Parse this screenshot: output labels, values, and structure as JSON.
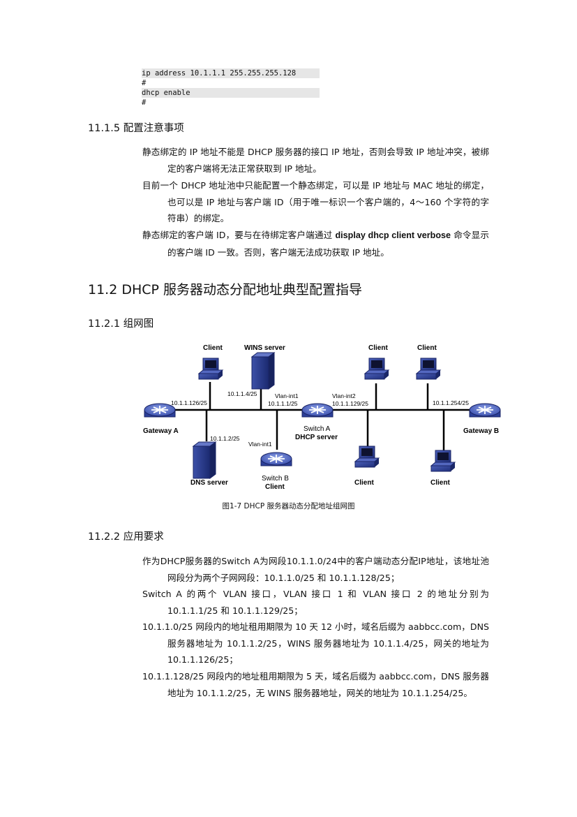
{
  "code_lines": [
    "ip address 10.1.1.1 255.255.255.128",
    "#",
    "dhcp enable",
    "#"
  ],
  "section_1115": {
    "heading": "11.1.5 配置注意事项",
    "paragraphs": [
      "静态绑定的 IP 地址不能是 DHCP 服务器的接口 IP 地址，否则会导致 IP 地址冲突，被绑定的客户端将无法正常获取到 IP 地址。",
      "目前一个 DHCP 地址池中只能配置一个静态绑定，可以是 IP 地址与 MAC 地址的绑定，也可以是 IP 地址与客户端 ID（用于唯一标识一个客户端的，4～160 个字符的字符串）的绑定。"
    ],
    "p3_before": "静态绑定的客户端 ID，要与在待绑定客户端通过 ",
    "p3_bold": "display dhcp client verbose",
    "p3_after": " 命令显示的客户端 ID 一致。否则，客户端无法成功获取 IP 地址。"
  },
  "section_112": {
    "heading": "11.2 DHCP 服务器动态分配地址典型配置指导"
  },
  "section_1121": {
    "heading": "11.2.1 组网图"
  },
  "diagram": {
    "labels": {
      "client_1": "Client",
      "wins_server": "WINS server",
      "client_2": "Client",
      "client_3": "Client",
      "ip_wins": "10.1.1.4/25",
      "vlan_int1_a": "Vlan-int1",
      "ip_vlan1": "10.1.1.1/25",
      "vlan_int2": "Vlan-int2",
      "ip_vlan2": "10.1.1.129/25",
      "ip_gwa": "10.1.1.126/25",
      "ip_gwb": "10.1.1.254/25",
      "gateway_a": "Gateway A",
      "gateway_b": "Gateway B",
      "switch_a": "Switch A",
      "dhcp_server": "DHCP server",
      "ip_dns": "10.1.1.2/25",
      "vlan_int1_b": "Vlan-int1",
      "dns_server": "DNS server",
      "switch_b": "Switch B",
      "client_switch_b": "Client",
      "client_4": "Client",
      "client_5": "Client"
    },
    "caption": "图1-7 DHCP 服务器动态分配地址组网图"
  },
  "section_1122": {
    "heading": "11.2.2 应用要求",
    "paragraphs": [
      "作为DHCP服务器的Switch A为网段10.1.1.0/24中的客户端动态分配IP地址，该地址池网段分为两个子网网段：10.1.1.0/25 和 10.1.1.128/25；",
      "Switch A 的两个 VLAN 接口，VLAN 接口 1 和 VLAN 接口 2 的地址分别为 10.1.1.1/25 和 10.1.1.129/25；",
      "10.1.1.0/25 网段内的地址租用期限为 10 天 12 小时，域名后缀为 aabbcc.com，DNS 服务器地址为 10.1.1.2/25，WINS 服务器地址为 10.1.1.4/25，网关的地址为 10.1.1.126/25；",
      "10.1.1.128/25 网段内的地址租用期限为 5 天，域名后缀为 aabbcc.com，DNS 服务器地址为 10.1.1.2/25，无 WINS 服务器地址，网关的地址为 10.1.1.254/25。"
    ]
  }
}
